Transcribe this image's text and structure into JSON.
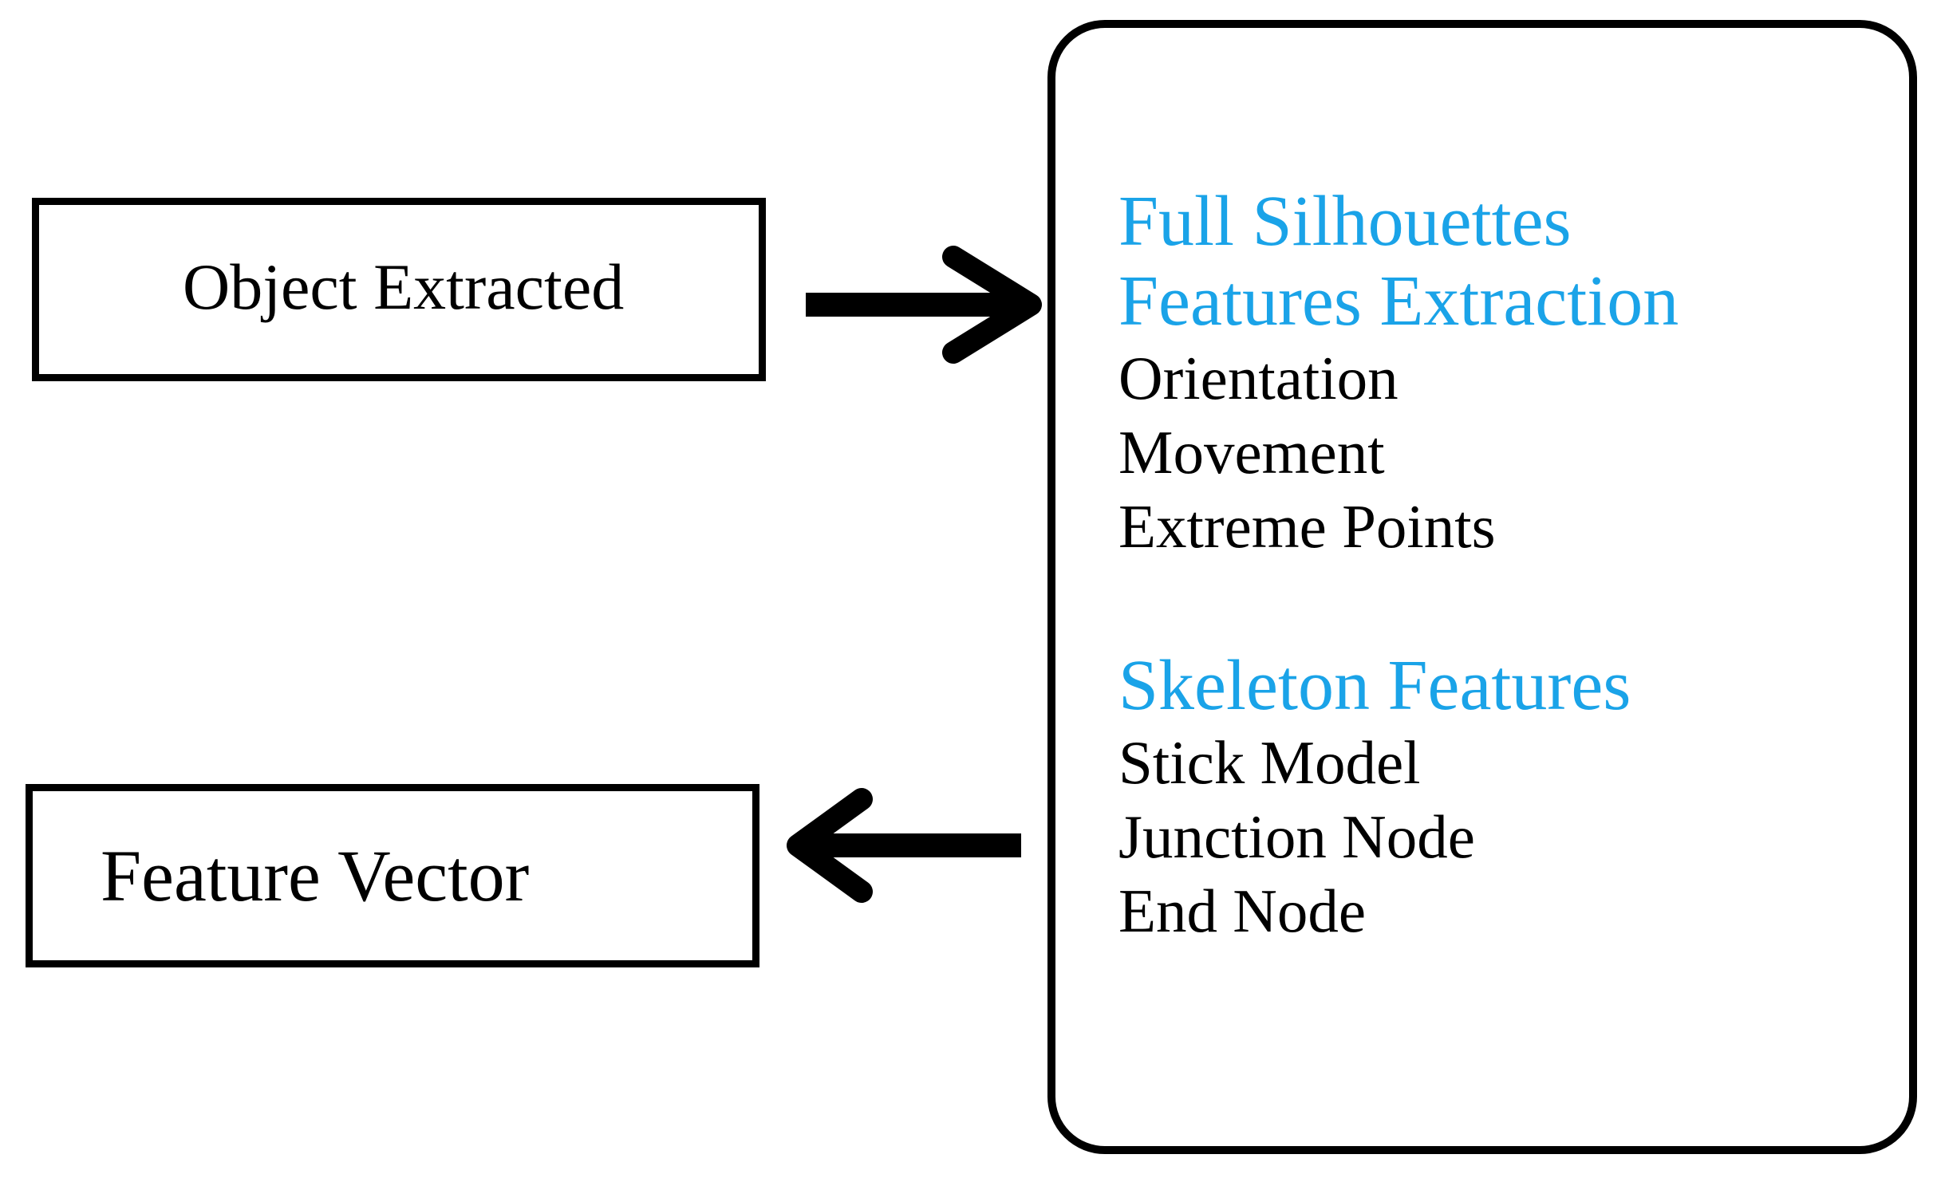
{
  "object_box": {
    "label": "Object Extracted"
  },
  "feature_vector_box": {
    "label": "Feature Vector"
  },
  "features_panel": {
    "silhouettes": {
      "heading_line1": "Full Silhouettes",
      "heading_line2": "Features Extraction",
      "items": [
        "Orientation",
        "Movement",
        "Extreme Points"
      ]
    },
    "skeleton": {
      "heading": "Skeleton Features",
      "items": [
        "Stick Model",
        "Junction Node",
        "End Node"
      ]
    }
  },
  "colors": {
    "heading": "#1aa3e8",
    "text": "#000000",
    "border": "#000000"
  },
  "arrows": [
    {
      "from": "object_box",
      "to": "features_panel",
      "direction": "right"
    },
    {
      "from": "features_panel",
      "to": "feature_vector_box",
      "direction": "left"
    }
  ]
}
